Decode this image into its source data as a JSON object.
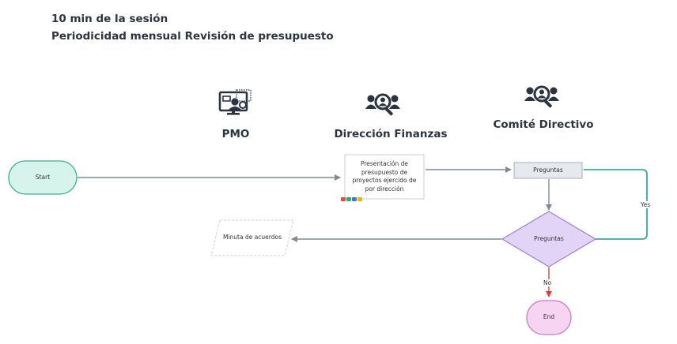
{
  "header": {
    "line1": "10 min de la sesión",
    "line2": "Periodicidad mensual Revisión de presupuesto"
  },
  "lanes": [
    {
      "title": "PMO",
      "icon": "monitor-user-icon"
    },
    {
      "title": "Dirección Finanzas",
      "icon": "user-search-icon"
    },
    {
      "title": "Comité Directivo",
      "icon": "user-search-icon"
    }
  ],
  "nodes": {
    "start": "Start",
    "presentacion": "Presentación de presupuesto de proyectos ejercido de por dirección",
    "preguntas_box": "Preguntas",
    "preguntas_decision": "Preguntas",
    "minuta": "Minuta de acuerdos",
    "end": "End"
  },
  "edges": {
    "yes_label": "Yes",
    "no_label": "No"
  },
  "colors": {
    "start_fill": "#d7f4ec",
    "start_stroke": "#3aae94",
    "decision_fill": "#e2d4f6",
    "decision_stroke": "#a27fd7",
    "end_fill": "#f7d4f2",
    "end_stroke": "#c97ac3",
    "yes_edge": "#2bb39a",
    "no_edge": "#e03c3c",
    "edge": "#7f8a96"
  }
}
